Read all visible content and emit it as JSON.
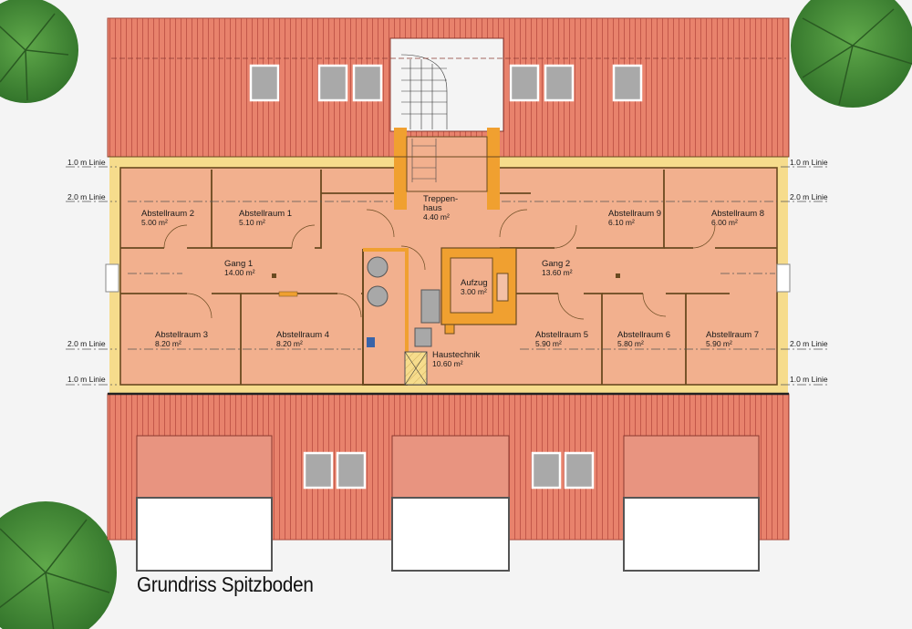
{
  "title": "Grundriss Spitzboden",
  "rooms": {
    "abstell2": {
      "name": "Abstellraum 2",
      "area": "5.00 m²"
    },
    "abstell1": {
      "name": "Abstellraum 1",
      "area": "5.10 m²"
    },
    "treppen": {
      "name1": "Treppen-",
      "name2": "haus",
      "area": "4.40 m²"
    },
    "abstell9": {
      "name": "Abstellraum 9",
      "area": "6.10 m²"
    },
    "abstell8": {
      "name": "Abstellraum 8",
      "area": "6.00 m²"
    },
    "gang1": {
      "name": "Gang 1",
      "area": "14.00 m²"
    },
    "gang2": {
      "name": "Gang 2",
      "area": "13.60 m²"
    },
    "aufzug": {
      "name": "Aufzug",
      "area": "3.00 m²"
    },
    "abstell3": {
      "name": "Abstellraum 3",
      "area": "8.20 m²"
    },
    "abstell4": {
      "name": "Abstellraum 4",
      "area": "8.20 m²"
    },
    "haustechnik": {
      "name": "Haustechnik",
      "area": "10.60 m²"
    },
    "abstell5": {
      "name": "Abstellraum 5",
      "area": "5.90 m²"
    },
    "abstell6": {
      "name": "Abstellraum 6",
      "area": "5.80 m²"
    },
    "abstell7": {
      "name": "Abstellraum 7",
      "area": "5.90 m²"
    }
  },
  "lines": {
    "l10": "1.0 m Linie",
    "l20": "2.0 m Linie"
  },
  "colors": {
    "roof": "#e8806a",
    "roof_stripe": "#c4574a",
    "floor": "#f2b08e",
    "wall": "#f6dc8c",
    "wall_accent": "#f0a030",
    "tree": "#3f8a36"
  }
}
